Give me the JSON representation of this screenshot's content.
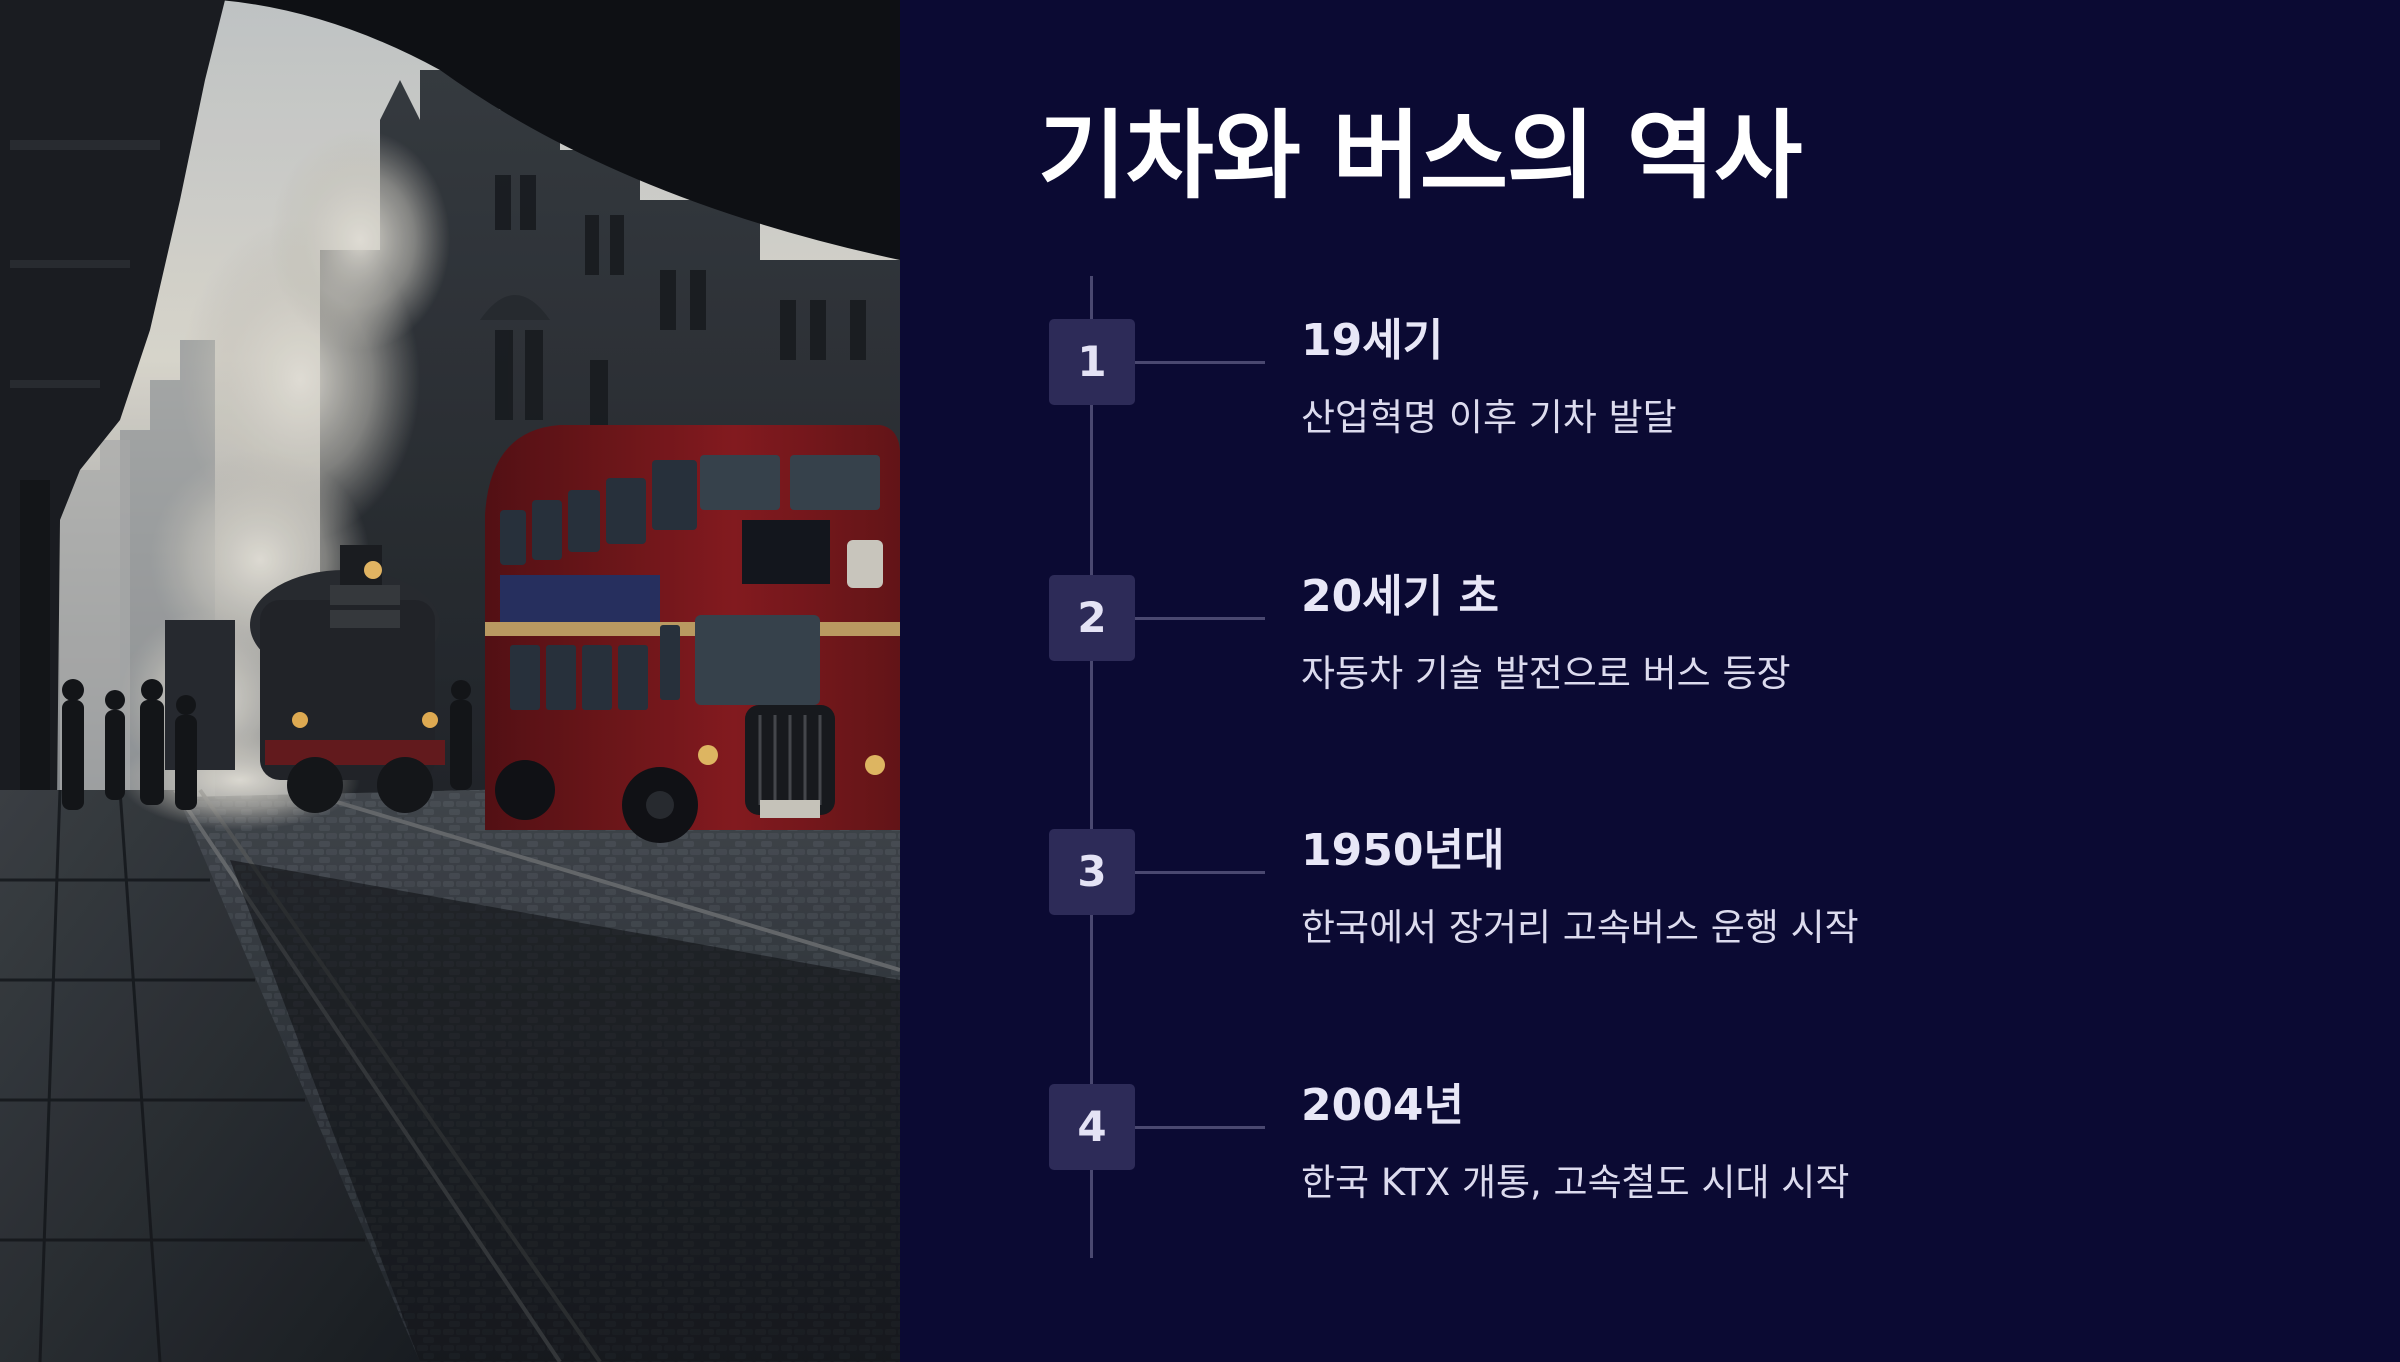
{
  "slide": {
    "title": "기차와 버스의 역사",
    "photo_alt": "steam-train-and-double-decker-bus-street-photo"
  },
  "timeline": [
    {
      "number": "1",
      "heading": "19세기",
      "description": "산업혁명 이후 기차 발달"
    },
    {
      "number": "2",
      "heading": "20세기 초",
      "description": "자동차 기술 발전으로 버스 등장"
    },
    {
      "number": "3",
      "heading": "1950년대",
      "description": "한국에서 장거리 고속버스 운행 시작"
    },
    {
      "number": "4",
      "heading": "2004년",
      "description": "한국 KTX 개통, 고속철도 시대 시작"
    }
  ],
  "colors": {
    "background": "#0b0a33",
    "step_box": "#2d2b58",
    "line": "#4a4870",
    "text": "#ffffff",
    "bus_red": "#8e1d22"
  }
}
